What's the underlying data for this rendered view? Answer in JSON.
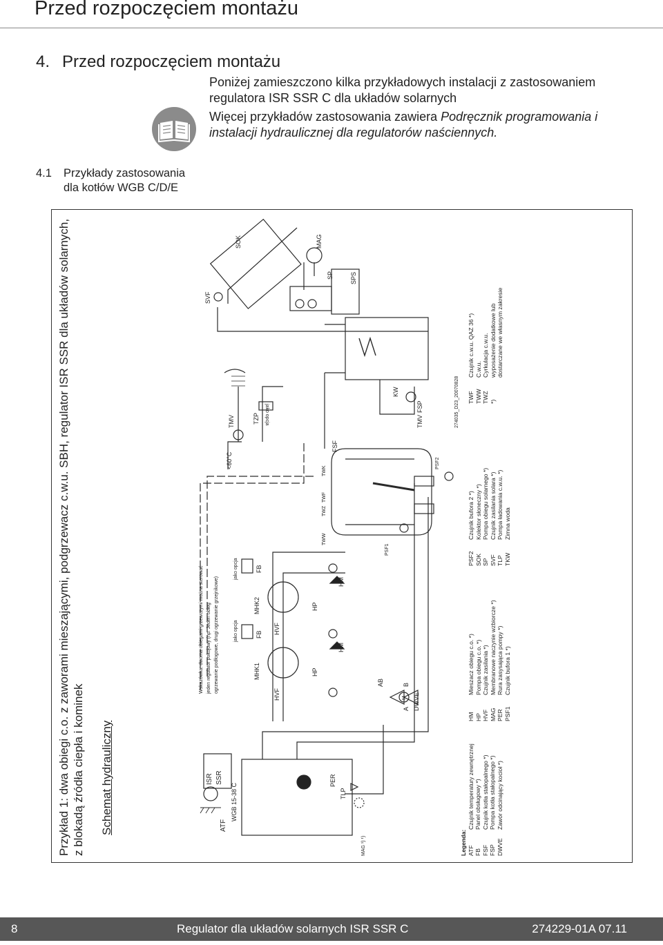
{
  "header": {
    "running_title": "Przed rozpoczęciem montażu"
  },
  "section": {
    "number": "4.",
    "title": "Przed rozpoczęciem montażu"
  },
  "intro": {
    "paragraph1": "Poniżej zamieszczono kilka przykładowych instalacji z zastosowaniem regulatora ISR SSR C dla układów solarnych",
    "paragraph2_lead": "Więcej przykładów zastosowania zawiera ",
    "paragraph2_italic": "Podręcznik programowania i instalacji hydraulicznej dla regulatorów naściennych."
  },
  "subsection": {
    "number": "4.1",
    "line1": "Przykłady zastosowania",
    "line2": "dla kotłów WGB C/D/E"
  },
  "diagram": {
    "example_line1": "Przykład 1: dwa obiegi c.o. z zaworami mieszającymi, podgrzewacz c.w.u. SBH, regulator ISR SSR dla układów solarnych,",
    "example_line2": "z blokadą źródła ciepła i kominek",
    "schema_title": "Schemat hydrauliczny",
    "note_line1": "Wskazówka: dwoma obiegami grzewczymi można sterować",
    "note_line2": "jeden regulator pokojowy (np. Jeden obieg",
    "note_line3": "ogrzewanie podłogowe, drugi ogrzewanie grzejnikowe)",
    "drawing_code": "274035_D23_20070828",
    "labels": {
      "atf": "ATF",
      "isr": "ISR",
      "ssr": "SSR",
      "wgb": "WGB 15-38 C",
      "mag1": "MAG ¹) ¹)",
      "per": "PER",
      "tlp": "TLP",
      "hvf1": "HVF",
      "hvf2": "HVF",
      "mhk1": "MHK1",
      "mhk2": "MHK2",
      "hp1": "HP",
      "hp2": "HP",
      "hm1": "HM",
      "hm2": "HM",
      "fb1": "FB",
      "fb2": "FB",
      "option1": "jako opcja",
      "option2": "jako opcja",
      "option3": "jako opcja",
      "dwve": "DWVE",
      "a": "A",
      "b": "B",
      "ab": "AB",
      "m": "M",
      "psf1": "PSF1",
      "psf2": "PSF2",
      "tww": "TWW",
      "twz": "TWZ",
      "twf": "TWF",
      "twk": "TWK",
      "fsf": "FSF",
      "tmv1": "TMV",
      "tmv2": "TMV",
      "temp": "<60°C",
      "tzp": "TZP",
      "kw": "KW",
      "fsp": "FSP",
      "svf": "SVF",
      "sok": "SOK",
      "sp": "SP",
      "sps": "SPS",
      "mag2": "MAG"
    }
  },
  "legend": {
    "heading": "Legenda:",
    "col1": [
      {
        "k": "ATF",
        "v": "Czujnik temperatury zewnętrznej"
      },
      {
        "k": "FB",
        "v": "Panel obsługowy *)"
      },
      {
        "k": "FSF",
        "v": "Czujnik kotła stałopalnego *)"
      },
      {
        "k": "FSP",
        "v": "Pompa kotła stałopalnego *)"
      },
      {
        "k": "DWVE",
        "v": "Zawór odcinający kocioł *)"
      }
    ],
    "col2": [
      {
        "k": "HM",
        "v": "Mieszacz obiegu c.o. *)"
      },
      {
        "k": "HP",
        "v": "Pompa obiegu c.o. *)"
      },
      {
        "k": "HVF",
        "v": "Czujnik zasilania *)"
      },
      {
        "k": "MAG",
        "v": "Membranowe naczynie wzbiorcze *)"
      },
      {
        "k": "PER",
        "v": "Rura zasysająca pompy *)"
      },
      {
        "k": "PSF1",
        "v": "Czujnik bufora 1 *)"
      }
    ],
    "col3": [
      {
        "k": "PSF2",
        "v": "Czujnik bufora 2 *)"
      },
      {
        "k": "SOK",
        "v": "Kolektor słoneczny *)"
      },
      {
        "k": "SP",
        "v": "Pompa obiegu solarnego *)"
      },
      {
        "k": "SVF",
        "v": "Czujnik zasilania solara *)"
      },
      {
        "k": "TLP",
        "v": "Pompa ładowania c.w.u. *)"
      },
      {
        "k": "TKW",
        "v": "Zimna woda"
      }
    ],
    "col4": [
      {
        "k": "TWF",
        "v": "Czujnik c.w.u. QAZ 36 *)"
      },
      {
        "k": "TWW",
        "v": "C.w.u."
      },
      {
        "k": "TWZ",
        "v": "Cyrkulacja c.w.u."
      },
      {
        "k": "*)",
        "v": "wyposażenie dodatkowe lub"
      },
      {
        "k": "",
        "v": "dostarczane we własnym zakresie"
      }
    ]
  },
  "footer": {
    "page_number": "8",
    "document_title": "Regulator dla układów solarnych ISR SSR C",
    "document_code": "274229-01A 07.11"
  }
}
